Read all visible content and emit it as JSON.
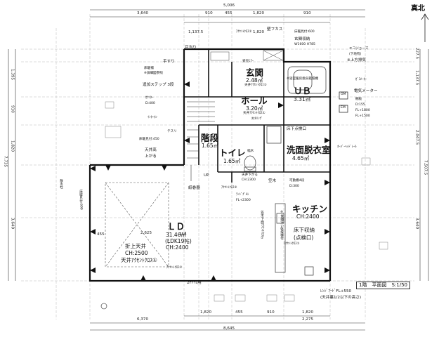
{
  "north_label": "真北",
  "title": "1階　平面図　S:1/50",
  "dimensions": {
    "top_total": "5,006",
    "top_left": "3,640",
    "top_910a": "910",
    "top_455": "455",
    "top_1820": "1,820",
    "top_910b": "910",
    "top_1137": "1,137.5",
    "top_1820b": "1,820",
    "left_1395": "1,395",
    "left_910": "910",
    "left_1820": "1,820",
    "left_7735": "7,735",
    "left_3640": "3,640",
    "right_1137": "1,137.5",
    "right_2047": "2,047.5",
    "right_7507": "7,507.5",
    "right_3640": "3,640",
    "right_2275": "2,275",
    "right_2275b": "227.5",
    "bottom_1820": "1,820",
    "bottom_455": "455",
    "bottom_910": "910",
    "bottom_1820b": "1,820",
    "bottom_6370": "6,370",
    "bottom_2275": "2,275",
    "bottom_8645": "8,645",
    "inner_2625": "2,625",
    "inner_455a": "455",
    "inner_455b": "455"
  },
  "rooms": {
    "genkan": {
      "name": "玄関",
      "area": "2.48㎡",
      "note": "天井ｱｸｾﾝﾄｸﾛｽ①"
    },
    "hall": {
      "name": "ホール",
      "area": "3.20㎡",
      "note": "天井ｱｸｾﾝﾄｸﾛｽ①"
    },
    "ub": {
      "name": "ＵＢ",
      "area": "3.31㎡"
    },
    "kaidan": {
      "name": "階段",
      "area": "1.65㎡"
    },
    "toilet": {
      "name": "トイレ",
      "area": "1.65㎡"
    },
    "senmen": {
      "name": "洗面脱衣室",
      "area": "4.65㎡"
    },
    "kitchen": {
      "name": "キッチン",
      "height": "CH:2400"
    },
    "ld": {
      "name": "ＬＤ",
      "area": "31.46㎡",
      "sub": "(LDK19帖)",
      "height": "CH:2400"
    },
    "yukashita": {
      "line1": "床下収納",
      "line2": "(点検口)"
    }
  },
  "notes": {
    "wall_tack": "壁フカス",
    "accent_cloth2_top": "ｱｸｾﾝﾄｸﾛｽ②",
    "shoe_rack_h": "床暖見付:600",
    "genkan_storage": "玄関収納",
    "genkan_storage_size": "W1600 H785",
    "ecocute": "エコジョーズ",
    "ecocute_sub": "(下地有)",
    "exhaust": "※上方排気",
    "todomari": "戸当り",
    "mirror": "姿見ﾐﾗｰ",
    "handrail": "手すり",
    "handrail_note": "床暖補",
    "handrail_note2": "※詳細図参照",
    "step3": "追加ステップ 3段",
    "counter": "ｶｳﾝﾀｰ",
    "counter_d": "D:400",
    "monitor": "ｲﾝﾀｰﾎﾝ",
    "bath_note": "※浴室暖房換気乾燥機",
    "gas_meter": "ｶﾞｽﾒｰﾀｰ",
    "elec_meter": "電気メーター",
    "gm": "GM",
    "em": "EM",
    "shelf": "棚板",
    "shelf_d": "D:155",
    "shelf_fl1": "FL+1800",
    "shelf_fl2": "FL+1500",
    "floor_inspect": "床下点検口",
    "towel_ring": "ﾀｵﾙﾘﾝｸﾞ",
    "paper_holder": "紙巻器",
    "haba_gi": "幅木",
    "teslin": "テスリ",
    "yukadan_h450": "床暖見付:450",
    "tenjo_kakou": "天井高",
    "agaru": "上がる",
    "overhead_sink": "ｵｰﾊﾞｰﾍｯﾄﾞﾚｰﾙ",
    "accent_cloth2_mid": "ｱｸｾﾝﾄｸﾛｽ②",
    "ceiling_height": "天井下がる",
    "ch2300": "CH:2300",
    "kasa": "笠木",
    "movable_shelf": "可動棚4段",
    "movable_d": "D:300",
    "stand_lamp": "ﾗﾝｼﾞｸﾞﾙﾄ",
    "accent1_right": "ｱｸｾﾝﾄｸﾛｽ①",
    "kitchen_side_note": "※食器洗い乾燥機付",
    "ceiling_accent_vertical": "笠木下面ｱｸｾﾝﾄｸﾛｽ①",
    "up": "UP",
    "folding_ceiling": "折上天井",
    "folding_ch": "CH:2500",
    "folding_accent": "天井ｱｸｾﾝﾄｸﾛｽ①",
    "accent2_bottom": "ｱｸｾﾝﾄｸﾛｽ②",
    "second_floor_toilet": "2Fﾄｲﾚ用",
    "range_hood": "ﾚﾝｼﾞﾌｰﾄﾞFL+550",
    "range_hood_sub": "(天井裏1/2以下の高さ)",
    "hidden_window": "散水栓",
    "left_vertical_note": "床暖見付:600",
    "fl_note": "FL+2300"
  }
}
